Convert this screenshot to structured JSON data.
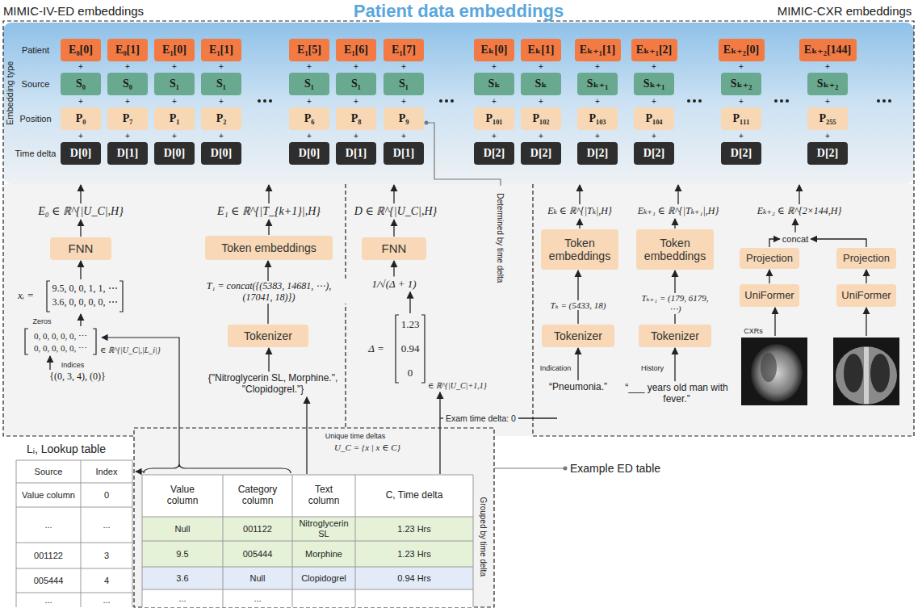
{
  "diagram": {
    "title": "Patient data embeddings",
    "nodes": [
      {
        "text": [
          "E₀[0]"
        ]
      },
      {
        "text": [
          "E₀[1]"
        ]
      },
      {
        "text": [
          "E₁[0]"
        ]
      },
      {
        "text": [
          "E₁[1]"
        ]
      },
      {
        "text": [
          "E₁[5]"
        ]
      },
      {
        "text": [
          "E₁[6]"
        ]
      },
      {
        "text": [
          "E₁[7]"
        ]
      },
      {
        "text": [
          "Eₖ[0]"
        ]
      },
      {
        "text": [
          "Eₖ[1]"
        ]
      },
      {
        "text": [
          "Eₖ₊₁[1]"
        ]
      },
      {
        "text": [
          "Eₖ₊₁[2]"
        ]
      },
      {
        "text": [
          "Eₖ₊₂[0]"
        ]
      },
      {
        "text": [
          "Eₖ₊₂[144]"
        ]
      },
      {
        "text": [
          "S₀"
        ]
      },
      {
        "text": [
          "S₀"
        ]
      },
      {
        "text": [
          "S₁"
        ]
      },
      {
        "text": [
          "S₁"
        ]
      },
      {
        "text": [
          "S₁"
        ]
      },
      {
        "text": [
          "S₁"
        ]
      },
      {
        "text": [
          "S₁"
        ]
      },
      {
        "text": [
          "Sₖ"
        ]
      },
      {
        "text": [
          "Sₖ"
        ]
      },
      {
        "text": [
          "Sₖ₊₁"
        ]
      },
      {
        "text": [
          "Sₖ₊₁"
        ]
      },
      {
        "text": [
          "Sₖ₊₂"
        ]
      },
      {
        "text": [
          "Sₖ₊₂"
        ]
      },
      {
        "text": [
          "P₀"
        ]
      },
      {
        "text": [
          "P₇"
        ]
      },
      {
        "text": [
          "P₁"
        ]
      },
      {
        "text": [
          "P₂"
        ]
      },
      {
        "text": [
          "P₆"
        ]
      },
      {
        "text": [
          "P₈"
        ]
      },
      {
        "text": [
          "P₉"
        ]
      },
      {
        "text": [
          "P₁₀₁"
        ]
      },
      {
        "text": [
          "P₁₀₂"
        ]
      },
      {
        "text": [
          "P₁₀₃"
        ]
      },
      {
        "text": [
          "P₁₀₄"
        ]
      },
      {
        "text": [
          "P₁₁₁"
        ]
      },
      {
        "text": [
          "P₂₅₅"
        ]
      },
      {
        "text": [
          "D[0]"
        ]
      },
      {
        "text": [
          "D[1]"
        ]
      },
      {
        "text": [
          "D[0]"
        ]
      },
      {
        "text": [
          "D[0]"
        ]
      },
      {
        "text": [
          "D[0]"
        ]
      },
      {
        "text": [
          "D[1]"
        ]
      },
      {
        "text": [
          "D[1]"
        ]
      },
      {
        "text": [
          "D[2]"
        ]
      },
      {
        "text": [
          "D[2]"
        ]
      },
      {
        "text": [
          "D[2]"
        ]
      },
      {
        "text": [
          "D[2]"
        ]
      },
      {
        "text": [
          "D[2]"
        ]
      },
      {
        "text": [
          "D[2]"
        ]
      },
      {
        "text": [
          "FNN"
        ]
      },
      {
        "text": [
          "Token embeddings"
        ]
      },
      {
        "text": [
          "Tokenizer"
        ]
      },
      {
        "text": [
          "FNN"
        ]
      },
      {
        "text": [
          "Token embeddings"
        ]
      },
      {
        "text": [
          "Tokenizer"
        ]
      },
      {
        "text": [
          "Token embeddings"
        ]
      },
      {
        "text": [
          "Tokenizer"
        ]
      },
      {
        "text": [
          "Projection"
        ]
      },
      {
        "text": [
          "Projection"
        ]
      },
      {
        "text": [
          "UniFormer"
        ]
      },
      {
        "text": [
          "UniFormer"
        ]
      }
    ],
    "edges": [
      {
        "from": 54,
        "to": 53,
        "arrow": "to"
      },
      {
        "from": 57,
        "to": 56,
        "arrow": "to"
      },
      {
        "from": 59,
        "to": 58,
        "arrow": "to"
      },
      {
        "from": 62,
        "to": 60,
        "arrow": "to"
      },
      {
        "from": 63,
        "to": 61,
        "arrow": "to"
      }
    ],
    "labels": [
      "MIMIC-IV-ED embeddings",
      "MIMIC-CXR embeddings",
      "Embedding type",
      "Patient",
      "Source",
      "Position",
      "Time delta",
      "E₀ ∈ ℝ^{|U_C|,H}",
      "E₁ ∈ ℝ^{|T_{k+1}|,H}",
      "D ∈ ℝ^{|U_C|,H}",
      "Eₖ ∈ ℝ^{|Tₖ|,H}",
      "Eₖ₊₁ ∈ ℝ^{|Tₖ₊₁|,H}",
      "Eₖ₊₂ ∈ ℝ^{2×144,H}",
      "xᵢ =",
      "9.5, 0, 0, 1, 1, ⋯",
      "3.6, 0, 0, 0, 0, ⋯",
      "Zeros",
      "0, 0, 0, 0, 0, ⋯",
      "0, 0, 0, 0, 0, ⋯",
      "∈ ℝ^{|U_C|,|L_i|}",
      "Indices",
      "{(0, 3, 4), (0)}",
      "Lᵢ, Lookup table",
      "Source",
      "Index",
      "Value column",
      "0",
      "...",
      "...",
      "001122",
      "3",
      "005444",
      "4",
      "...",
      "...",
      "T₁ = concat({(5383, 14681, ⋯), (17041, 18)})",
      "{\"Nitroglycerin SL, Morphine.\", \"Clopidogrel.\"}",
      "1/√(Δ + 1)",
      "Δ =",
      "1.23",
      "0.94",
      "0",
      "∈ ℝ^{|U_C|+1,1}",
      "Determined by time delta",
      "Unique time deltas",
      "U_C = {x | x ∈ C}",
      "Exam time delta: 0",
      "Tₖ = (5433, 18)",
      "Indication",
      "“Pneumonia.”",
      "Tₖ₊₁ = (179, 6179, ⋯)",
      "History",
      "“___ years old man with fever.”",
      "concat",
      "CXRs",
      "Example ED table",
      "Grouped by time delta",
      "Value column",
      "Category column",
      "Text column",
      "C, Time delta",
      "Null",
      "001122",
      "Nitroglycerin SL",
      "1.23 Hrs",
      "9.5",
      "005444",
      "Morphine",
      "1.23 Hrs",
      "3.6",
      "Null",
      "Clopidogrel",
      "0.94 Hrs",
      "...",
      "...",
      "+",
      "+",
      "+",
      "+",
      "+",
      "+",
      "+",
      "+",
      "+",
      "+",
      "+",
      "+",
      "+",
      "+",
      "+",
      "+",
      "+",
      "+",
      "+",
      "+",
      "+",
      "+",
      "+",
      "+",
      "+",
      "+",
      "+",
      "+",
      "+",
      "+",
      "+",
      "+",
      "+",
      "+",
      "+",
      "+",
      "+",
      "+",
      "+"
    ]
  }
}
